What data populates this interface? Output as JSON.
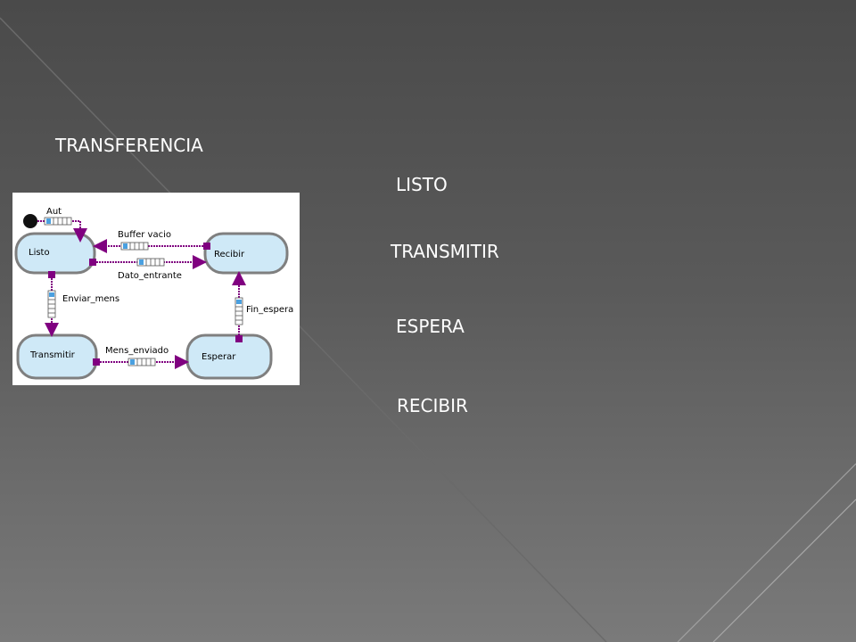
{
  "slide": {
    "title": "TRANSFERENCIA",
    "items": [
      "LISTO",
      "TRANSMITIR",
      "ESPERA",
      "RECIBIR"
    ]
  },
  "diagram": {
    "states": {
      "listo": "Listo",
      "recibir": "Recibir",
      "transmitir": "Transmitir",
      "esperar": "Esperar"
    },
    "transitions": {
      "aut": "Aut",
      "buffer_vacio": "Buffer vacio",
      "dato_entrante": "Dato_entrante",
      "enviar_mens": "Enviar_mens",
      "mens_enviado": "Mens_enviado",
      "fin_espera": "Fin_espera"
    }
  },
  "colors": {
    "arc": "#800080",
    "state_fill": "#cfe9f7",
    "state_border": "#7f7f7f",
    "queue_blue": "#4aa0e0"
  }
}
